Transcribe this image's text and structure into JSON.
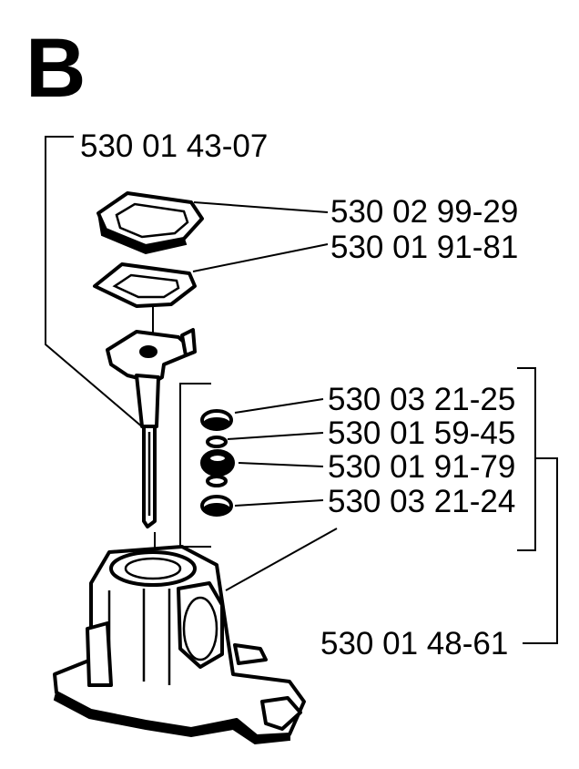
{
  "section_letter": "B",
  "parts": [
    {
      "number": "530 01 43-07"
    },
    {
      "number": "530 02 99-29"
    },
    {
      "number": "530 01 91-81"
    },
    {
      "number": "530 03 21-25"
    },
    {
      "number": "530 01 59-45"
    },
    {
      "number": "530 01 91-79"
    },
    {
      "number": "530 03 21-24"
    },
    {
      "number": "530 01 48-61"
    }
  ]
}
